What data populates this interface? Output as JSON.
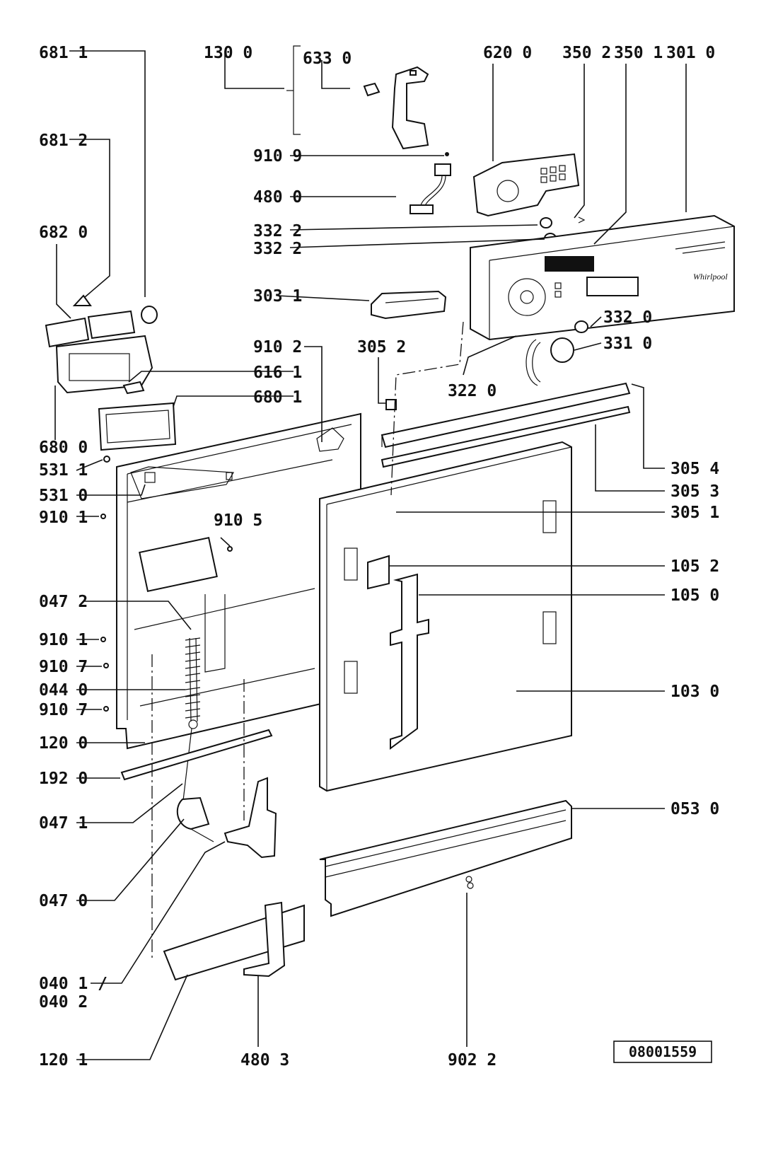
{
  "drawing_ref": "08001559",
  "brand_mark": "Whirlpool",
  "labels": {
    "l6811": "681 1",
    "l1300": "130 0",
    "l6330": "633 0",
    "l6200": "620 0",
    "l3502": "350 2",
    "l3501": "350 1",
    "l3010": "301 0",
    "l6812": "681 2",
    "l9109": "910 9",
    "l4800": "480 0",
    "l6820": "682 0",
    "l3322a": "332 2",
    "l3322b": "332 2",
    "l3031": "303 1",
    "l3320": "332 0",
    "l9102": "910 2",
    "l3052": "305 2",
    "l3310": "331 0",
    "l6161": "616 1",
    "l6801": "680 1",
    "l3220": "322 0",
    "l6800": "680 0",
    "l5311": "531 1",
    "l3054": "305 4",
    "l5310": "531 0",
    "l3053": "305 3",
    "l9101a": "910 1",
    "l9105": "910 5",
    "l3051": "305 1",
    "l1052": "105 2",
    "l0472": "047 2",
    "l1050": "105 0",
    "l9101b": "910 1",
    "l9107a": "910 7",
    "l0440": "044 0",
    "l1030": "103 0",
    "l9107b": "910 7",
    "l1200": "120 0",
    "l1920": "192 0",
    "l0471": "047 1",
    "l0530": "053 0",
    "l0470": "047 0",
    "l0401": "040 1 /",
    "l0402": "040 2",
    "l1201": "120 1",
    "l4803": "480 3",
    "l9022": "902 2"
  }
}
